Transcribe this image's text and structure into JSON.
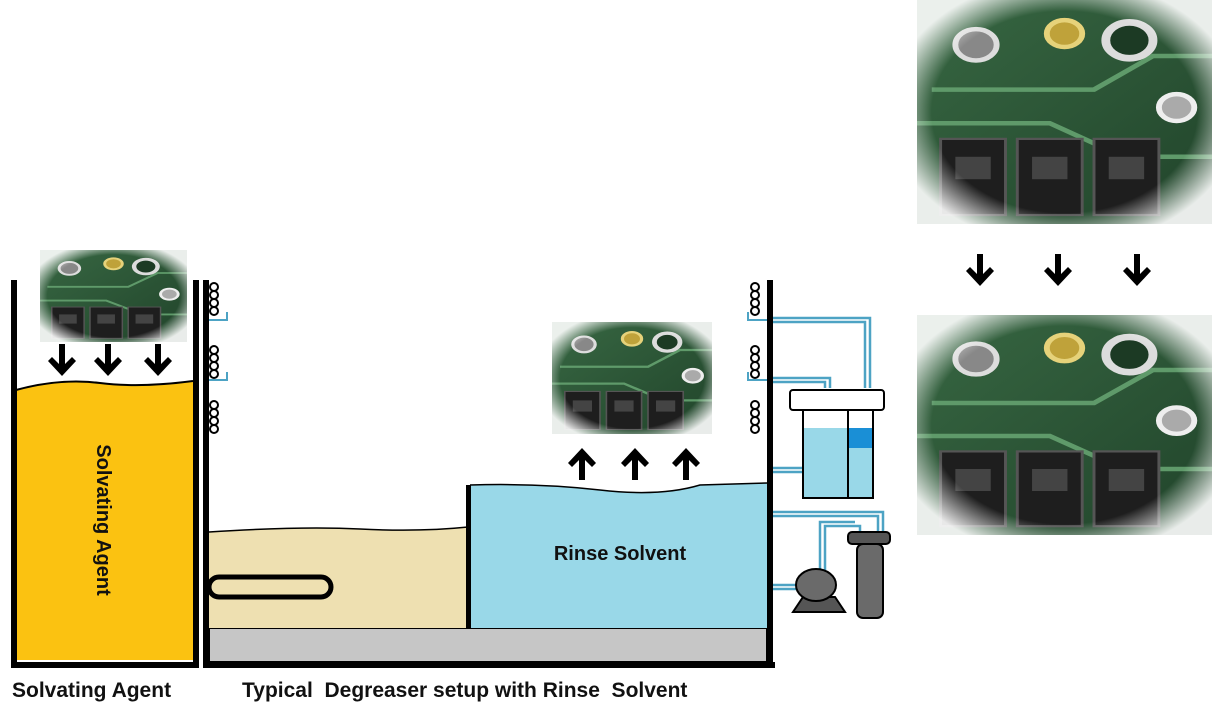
{
  "diagram": {
    "tank_labels": {
      "solvating": "Solvating Agent",
      "rinse": "Rinse Solvent"
    },
    "captions": {
      "left": "Solvating Agent",
      "right": "Typical  Degreaser setup with Rinse  Solvent"
    },
    "colors": {
      "solvating_liquid": "#fbc211",
      "sump_liquid": "#eee0b1",
      "rinse_liquid": "#99d8e8",
      "tank_floor": "#c6c6c6",
      "pcb_green": "#2f5a3a",
      "pipe": "#4da3c4",
      "separator_blue": "#1a8fd6",
      "outline": "#111111"
    },
    "icons": [
      "pcb-photo",
      "down-arrow",
      "up-arrow",
      "cooling-coil",
      "heater-element",
      "pump",
      "filter",
      "water-separator"
    ]
  }
}
